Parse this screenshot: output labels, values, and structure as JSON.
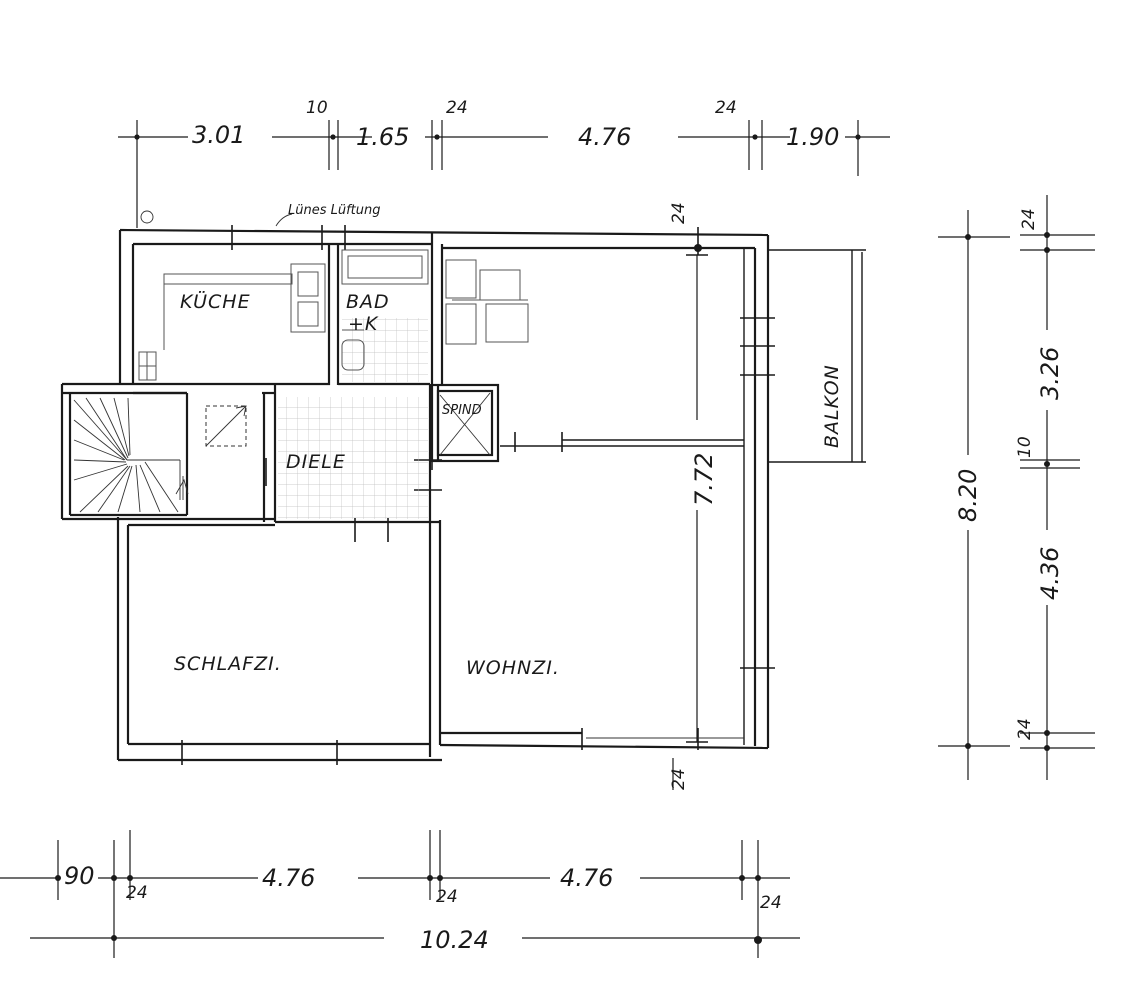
{
  "rooms": {
    "kueche": "KÜCHE",
    "bad": "BAD",
    "wc": "+K",
    "diele": "DIELE",
    "schrank": "SPIND",
    "schlafzimmer": "SCHLAFZI.",
    "wohnzimmer": "WOHNZI.",
    "balkon": "BALKON"
  },
  "annotations": {
    "lueftung": "Lünes Lüftung"
  },
  "dimensions": {
    "top": [
      "3.01",
      "10",
      "1.65",
      "24",
      "4.76",
      "24",
      "1.90"
    ],
    "right": [
      "24",
      "3.26",
      "10",
      "4.36",
      "24"
    ],
    "total_height": "8.20",
    "room_height": "7.72",
    "wall_top": "24",
    "wall_bottom": "24",
    "bottom": [
      "90",
      "24",
      "4.76",
      "24",
      "4.76",
      "24"
    ],
    "total_width": "10.24"
  }
}
